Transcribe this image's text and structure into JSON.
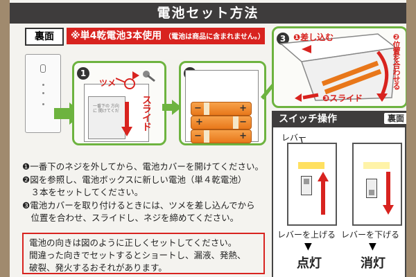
{
  "title": "電池セット方法",
  "back_label": "裏面",
  "battery_note": "※単4乾電池3本使用",
  "battery_note_small": "（電池は商品に含まれません。）",
  "step1": {
    "number": "1",
    "tsume": "ツメ",
    "slide": "スライド",
    "cover_text": "一番下の 方向に 開けてくだ"
  },
  "step2": {
    "number": "2",
    "plus": "+",
    "minus": "−"
  },
  "step3": {
    "number": "3",
    "insert": "❶差し込む",
    "align": "❷位置を合わせる",
    "slide": "❸スライド"
  },
  "instructions": [
    "❶一番下のネジを外してから、電池カバーを開けてください。",
    "❷図を参照し、電池ボックスに新しい電池（単４乾電池）",
    "　３本をセットしてください。",
    "❸電池カバーを取り付けるときには、ツメを差し込んでから",
    "　位置を合わせ、スライドし、ネジを締めてください。"
  ],
  "warning": [
    "電池の向きは図のように正しくセットしてください。",
    "間違った向きでセットするとショートし、漏液、発熱、",
    "破裂、発火するおそれがあります。"
  ],
  "switch": {
    "title": "スイッチ操作",
    "tag": "裏面",
    "lever_label": "レバー",
    "up_label": "レバーを上げる",
    "down_label": "レバーを下げる",
    "on_result": "点灯",
    "off_result": "消灯"
  },
  "colors": {
    "green": "#6db33f",
    "red": "#d8231f",
    "dark": "#3e3c3c",
    "orange": "#e8771a"
  }
}
